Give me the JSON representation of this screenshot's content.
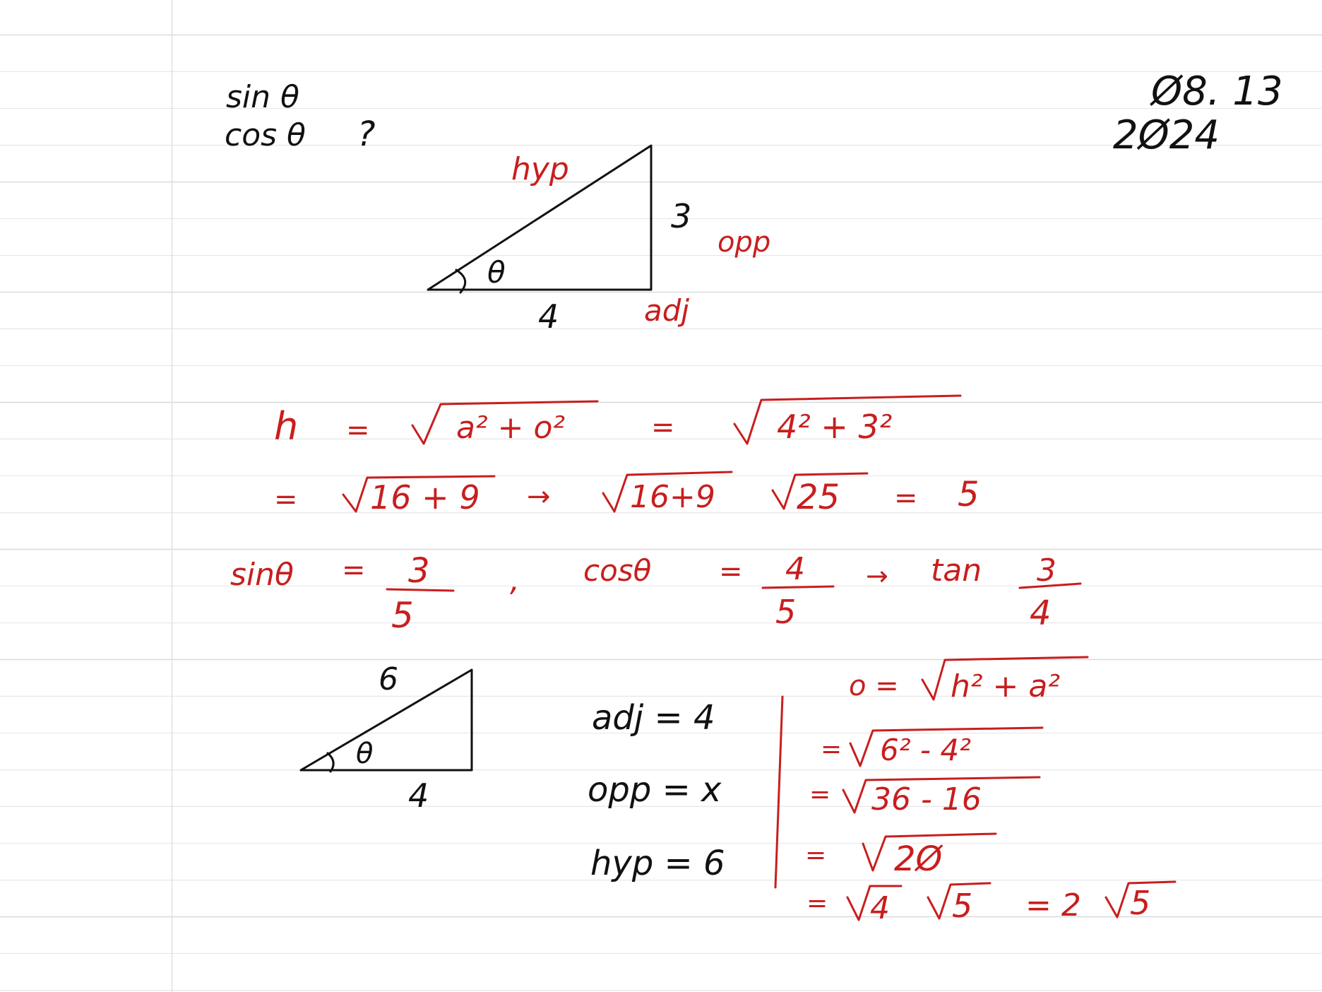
{
  "colors": {
    "ink_black": "#111111",
    "ink_red": "#c81e1e",
    "rule_line": "#dcdcdc"
  },
  "header": {
    "question_line1": "sin θ",
    "question_line2": "cos θ",
    "question_mark": "?",
    "date_line1": "Ø8. 13",
    "date_line2": "2Ø24"
  },
  "triangle1": {
    "hyp_label": "hyp",
    "opp_value": "3",
    "opp_label": "opp",
    "adj_value": "4",
    "adj_label": "adj",
    "angle_label": "θ"
  },
  "work1": {
    "line1": [
      "h",
      "=",
      "a² + o²",
      "=",
      "4² + 3²"
    ],
    "line2": [
      "=",
      "16 + 9",
      "→",
      "16+9",
      "25",
      "=",
      "5"
    ],
    "line3": {
      "sin": "sinθ",
      "eq1": "=",
      "sin_num": "3",
      "sin_den": "5",
      "comma": ",",
      "cos": "cosθ",
      "eq2": "=",
      "cos_num": "4",
      "cos_den": "5",
      "arrow": "→",
      "tan": "tan",
      "tan_num": "3",
      "tan_den": "4"
    }
  },
  "triangle2": {
    "hyp_value": "6",
    "adj_value": "4",
    "angle_label": "θ"
  },
  "sides2": {
    "adj": "adj = 4",
    "opp": "opp = x",
    "hyp": "hyp = 6"
  },
  "work2": {
    "line1": [
      "o =",
      "h² + a²"
    ],
    "line2": [
      "=",
      "6² - 4²"
    ],
    "line3": [
      "=",
      "36 - 16"
    ],
    "line4": [
      "=",
      "2Ø"
    ],
    "line5": [
      "=",
      "4",
      "5",
      "= 2",
      "5"
    ]
  }
}
